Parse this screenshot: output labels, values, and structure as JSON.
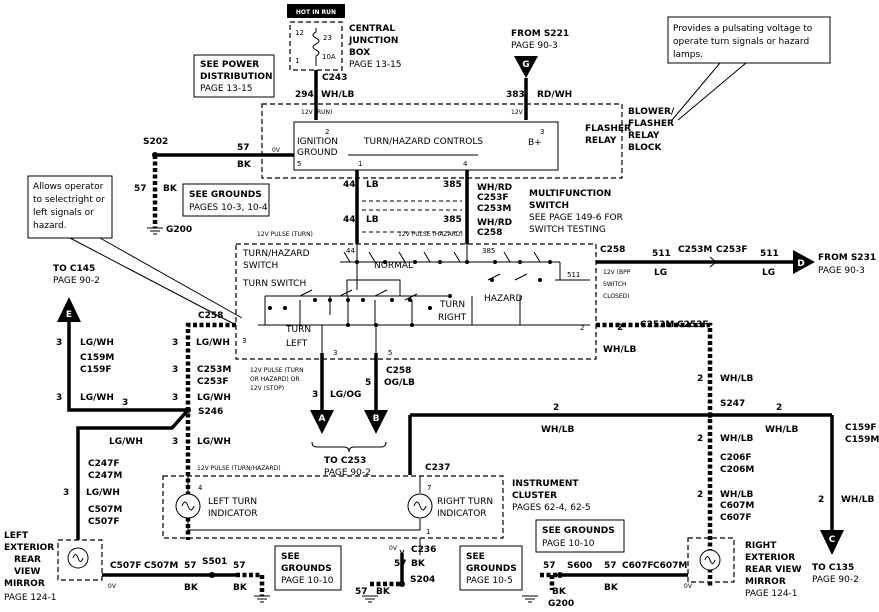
{
  "fuse": {
    "header": "HOT IN RUN",
    "left_top": "12",
    "left_bot": "1",
    "num": "23",
    "amp": "10A"
  },
  "cjb": {
    "l1": "CENTRAL",
    "l2": "JUNCTION",
    "l3": "BOX",
    "l4": "PAGE 13-15"
  },
  "power_dist": {
    "l1": "SEE POWER",
    "l2": "DISTRIBUTION",
    "l3": "PAGE 13-15"
  },
  "from_s221": {
    "l1": "FROM S221",
    "l2": "PAGE 90-3",
    "letter": "G"
  },
  "callout_right": {
    "l1": "Provides a pulsating voltage to",
    "l2": "operate turn signals or hazard",
    "l3": "lamps."
  },
  "callout_left": {
    "l1": "Allows operator",
    "l2": "to selectright or",
    "l3": "left signals or",
    "l4": "hazard."
  },
  "wires": {
    "c243": "C243",
    "n294": "294",
    "wh_lb": "WH/LB",
    "n383": "383",
    "rd_wh": "RD/WH",
    "v12_run": "12V (RUN)",
    "v12": "12V",
    "s202": "S202",
    "n57": "57",
    "bk": "BK",
    "ov": "0V",
    "n44": "44",
    "lb": "LB",
    "n385": "385",
    "wh_rd": "WH/RD",
    "c253f": "C253F",
    "c253m": "C253M",
    "c258": "C258",
    "pulse_turn": "12V PULSE (TURN)",
    "pulse_hazard": "12V PULSE (HAZARD)",
    "g200": "G200",
    "n511": "511",
    "lg": "LG",
    "bpp1": "12V (BPP",
    "bpp2": "SWITCH",
    "bpp3": "CLOSED)",
    "from_s231": "FROM S231",
    "page_90_3": "PAGE 90-3",
    "letter_d": "D",
    "to_c145": "TO C145",
    "page_90_2": "PAGE 90-2",
    "letter_e": "E",
    "n3": "3",
    "lg_wh": "LG/WH",
    "c159m": "C159M",
    "c159f": "C159F",
    "s246": "S246",
    "n2": "2",
    "n5": "5",
    "lg_og": "LG/OG",
    "og_lb": "OG/LB",
    "letter_a": "A",
    "letter_b": "B",
    "pulse_stop1": "12V PULSE (TURN",
    "pulse_stop2": "OR HAZARD) OR",
    "pulse_stop3": "12V (STOP)",
    "to_c253": "TO C253",
    "page_90_2b": "PAGE 90-2",
    "s247": "S247",
    "c247f": "C247F",
    "c247m": "C247M",
    "c507m": "C507M",
    "c507f": "C507F",
    "pulse_turn_hazard": "12V PULSE (TURN/HAZARD)",
    "c237": "C237",
    "c206f": "C206F",
    "c206m": "C206M",
    "c607m": "C607M",
    "c607f": "C607F",
    "to_c135": "TO C135",
    "page_90_2c": "PAGE 90-2",
    "letter_c": "C",
    "s501": "S501",
    "c236": "C236",
    "s204": "S204",
    "s600": "S600",
    "g200b": "G200",
    "n1": "1",
    "n7": "7",
    "n4": "4"
  },
  "flasher": {
    "title": "TURN/HAZARD CONTROLS",
    "ign": "IGNITION",
    "gnd": "GROUND",
    "b_plus": "B+",
    "p1": "1",
    "p2": "2",
    "p3": "3",
    "p4": "4",
    "p5": "5",
    "l1": "FLASHER",
    "l2": "RELAY",
    "l3": "BLOWER/",
    "l4": "FLASHER",
    "l5": "RELAY",
    "l6": "BLOCK"
  },
  "multifunction": {
    "l1": "MULTIFUNCTION",
    "l2": "SWITCH",
    "l3": "SEE PAGE 149-6 FOR",
    "l4": "SWITCH TESTING"
  },
  "switch": {
    "l1": "TURN/HAZARD",
    "l2": "SWITCH",
    "normal": "NORMAL",
    "turn_switch": "TURN SWITCH",
    "hazard": "HAZARD",
    "turn_right1": "TURN",
    "turn_right2": "RIGHT",
    "turn_left1": "TURN",
    "turn_left2": "LEFT",
    "p44": "44",
    "p385": "385",
    "p511": "511",
    "p3": "3",
    "p2": "2",
    "p5": "5"
  },
  "see_grounds_1": {
    "l1": "SEE GROUNDS",
    "l2": "PAGES 10-3, 10-4"
  },
  "see_grounds_2": {
    "l1": "SEE GROUNDS",
    "l2": "PAGE 10-10"
  },
  "see_grounds_3": {
    "l1": "SEE",
    "l2": "GROUNDS",
    "l3": "PAGE 10-10"
  },
  "see_grounds_4": {
    "l1": "SEE",
    "l2": "GROUNDS",
    "l3": "PAGE 10-5"
  },
  "cluster": {
    "left1": "LEFT TURN",
    "left2": "INDICATOR",
    "right1": "RIGHT TURN",
    "right2": "INDICATOR",
    "t1": "INSTRUMENT",
    "t2": "CLUSTER",
    "t3": "PAGES 62-4, 62-5"
  },
  "left_mirror": {
    "l1": "LEFT",
    "l2": "EXTERIOR",
    "l3": "REAR",
    "l4": "VIEW",
    "l5": "MIRROR",
    "l6": "PAGE 124-1"
  },
  "right_mirror": {
    "l1": "RIGHT",
    "l2": "EXTERIOR",
    "l3": "REAR VIEW",
    "l4": "MIRROR",
    "l5": "PAGE 124-1"
  }
}
